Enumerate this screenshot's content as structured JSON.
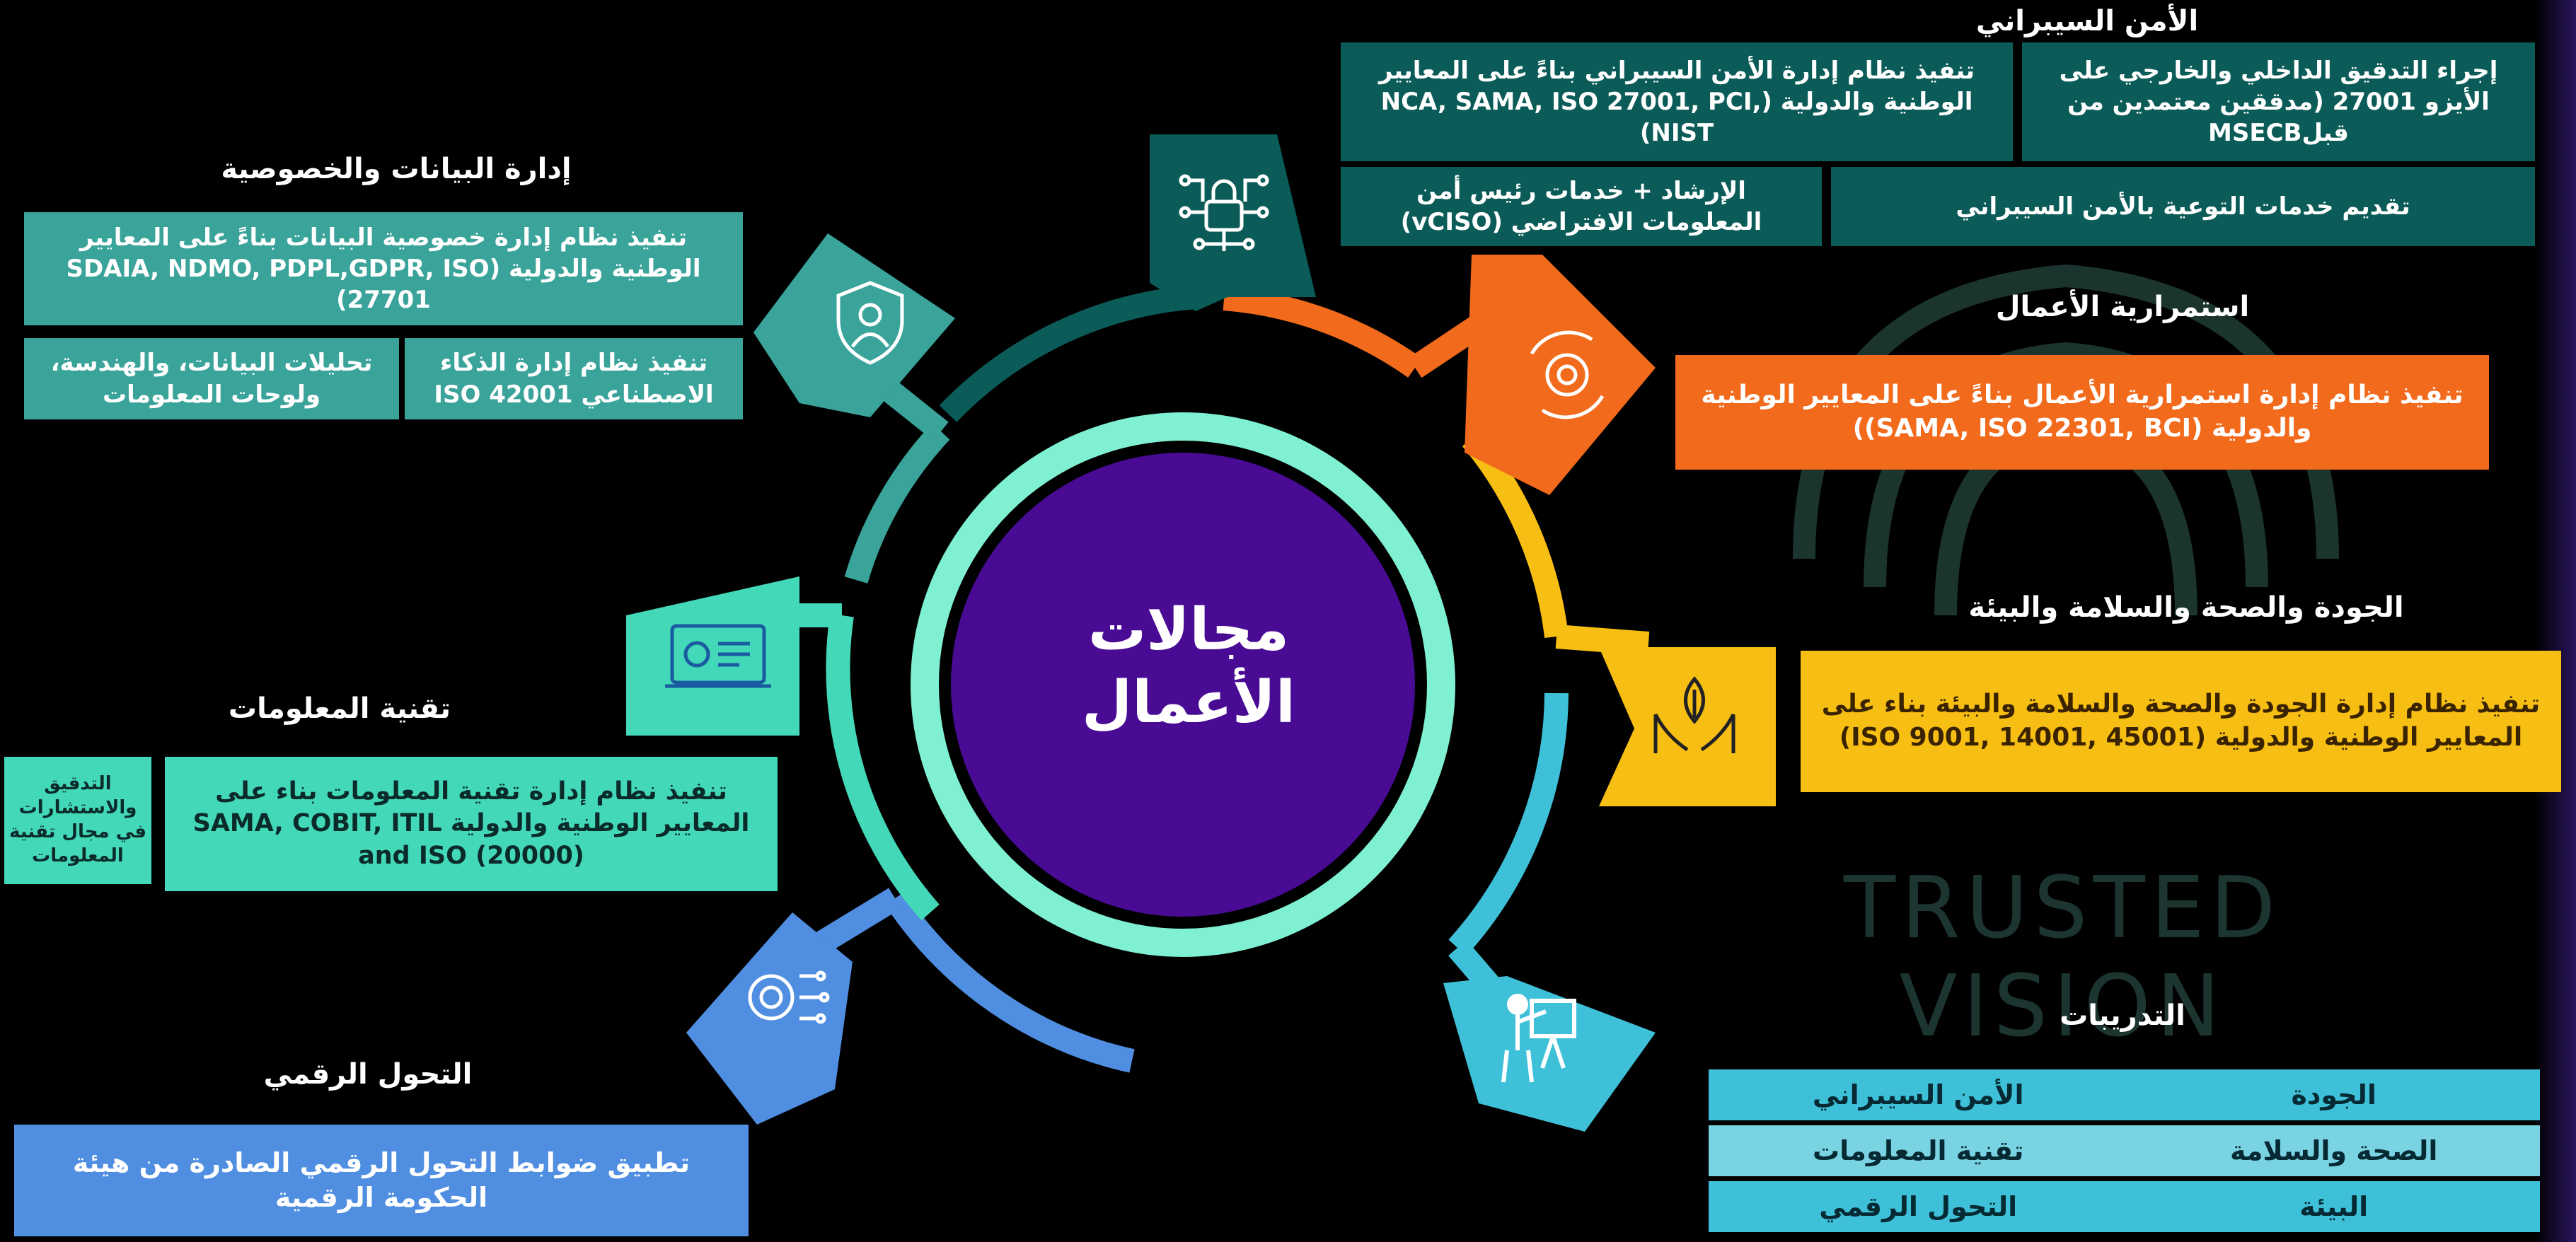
{
  "center": {
    "line1": "مجالات",
    "line2": "الأعمال"
  },
  "watermark": "TRUSTED VISION",
  "colors": {
    "cyber": "#0b5c58",
    "data": "#3aa39a",
    "continuity": "#f26a1b",
    "quality": "#f7be13",
    "it": "#43d9b8",
    "digital": "#4f8ee0",
    "training": "#3ec1d8",
    "core": "#490b94",
    "ring": "#7ff0d2"
  },
  "cyber": {
    "title": "الأمن السيبراني",
    "items": [
      "تنفيذ نظام إدارة الأمن السيبراني بناءً على المعايير الوطنية والدولية (NCA, SAMA, ISO 27001, PCI, NIST)",
      "إجراء التدقيق الداخلي والخارجي على الأيزو 27001 (مدققين معتمدين من قبلMSECB",
      "الإرشاد + خدمات رئيس أمن المعلومات الافتراضي (vCISO)",
      "تقديم خدمات التوعية بالأمن السيبراني"
    ],
    "icon": "circuit-lock-icon"
  },
  "data_privacy": {
    "title": "إدارة البيانات والخصوصية",
    "items": [
      "تنفيذ نظام إدارة خصوصية البيانات بناءً على المعايير الوطنية والدولية (SDAIA, NDMO, PDPL,GDPR, ISO 27701)",
      "تحليلات البيانات، والهندسة، ولوحات المعلومات",
      "تنفيذ نظام إدارة الذكاء الاصطناعي ISO 42001"
    ],
    "icon": "shield-user-icon"
  },
  "continuity": {
    "title": "استمرارية الأعمال",
    "items": [
      "تنفيذ نظام إدارة استمرارية الأعمال بناءً على المعايير الوطنية والدولية (SAMA, ISO 22301, BCI))"
    ],
    "icon": "gear-cycle-icon"
  },
  "quality": {
    "title": "الجودة والصحة والسلامة والبيئة",
    "items": [
      "تنفيذ نظام إدارة الجودة والصحة والسلامة والبيئة بناء على المعايير الوطنية والدولية (ISO 9001, 14001, 45001)"
    ],
    "icon": "hands-leaf-icon"
  },
  "it": {
    "title": "تقنية المعلومات",
    "items": [
      "تنفيذ نظام إدارة تقنية المعلومات بناء على المعايير الوطنية والدولية  SAMA, COBIT, ITIL and ISO (20000)",
      "التدقيق والاستشارات في مجال تقنية المعلومات"
    ],
    "icon": "monitor-chart-icon"
  },
  "digital": {
    "title": "التحول الرقمي",
    "items": [
      "تطبيق ضوابط التحول الرقمي الصادرة من هيئة الحكومة الرقمية"
    ],
    "icon": "gear-network-icon"
  },
  "training": {
    "title": "التدريبات",
    "rows": [
      [
        "الجودة",
        "الأمن السيبراني"
      ],
      [
        "الصحة والسلامة",
        "تقنية المعلومات"
      ],
      [
        "البيئة",
        "التحول الرقمي"
      ]
    ],
    "icon": "presenter-icon"
  }
}
